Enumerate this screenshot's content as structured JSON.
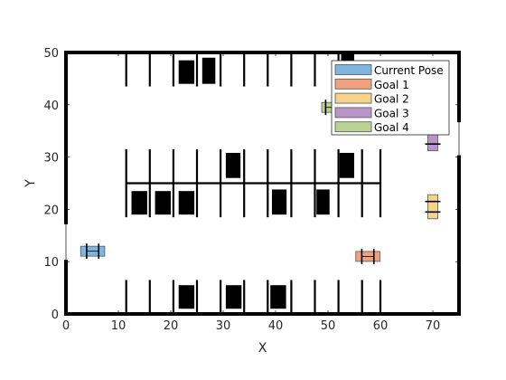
{
  "chart_data": {
    "type": "scatter",
    "title": "",
    "xlabel": "X",
    "ylabel": "Y",
    "xlim": [
      0,
      75
    ],
    "ylim": [
      0,
      50
    ],
    "xticks": [
      0,
      10,
      20,
      30,
      40,
      50,
      60,
      70
    ],
    "yticks": [
      0,
      10,
      20,
      30,
      40,
      50
    ],
    "grid": false,
    "legend_position": "top-right",
    "legend": [
      {
        "name": "Current Pose",
        "color": "#7eb6e0"
      },
      {
        "name": "Goal 1",
        "color": "#f0a07c"
      },
      {
        "name": "Goal 2",
        "color": "#f5d38b"
      },
      {
        "name": "Goal 3",
        "color": "#b995c8"
      },
      {
        "name": "Goal 4",
        "color": "#b9d394"
      }
    ],
    "boundary": [
      {
        "x1": 0,
        "y1": 50,
        "x2": 75,
        "y2": 50
      },
      {
        "x1": 0,
        "y1": 0,
        "x2": 75,
        "y2": 0
      },
      {
        "x1": 0,
        "y1": 50,
        "x2": 0,
        "y2": 17.5
      },
      {
        "x1": 0,
        "y1": 10,
        "x2": 0,
        "y2": 0
      },
      {
        "x1": 75,
        "y1": 50,
        "x2": 75,
        "y2": 37
      },
      {
        "x1": 75,
        "y1": 30,
        "x2": 75,
        "y2": 0
      }
    ],
    "parking_lines": [
      {
        "x1": 11.5,
        "y1": 50,
        "x2": 11.5,
        "y2": 43.5
      },
      {
        "x1": 16,
        "y1": 50,
        "x2": 16,
        "y2": 43.5
      },
      {
        "x1": 20.5,
        "y1": 50,
        "x2": 20.5,
        "y2": 43.5
      },
      {
        "x1": 25,
        "y1": 50,
        "x2": 25,
        "y2": 43.5
      },
      {
        "x1": 29.5,
        "y1": 50,
        "x2": 29.5,
        "y2": 43.5
      },
      {
        "x1": 34,
        "y1": 50,
        "x2": 34,
        "y2": 43.5
      },
      {
        "x1": 38.5,
        "y1": 50,
        "x2": 38.5,
        "y2": 43.5
      },
      {
        "x1": 43,
        "y1": 50,
        "x2": 43,
        "y2": 43.5
      },
      {
        "x1": 47.5,
        "y1": 50,
        "x2": 47.5,
        "y2": 43.5
      },
      {
        "x1": 52,
        "y1": 50,
        "x2": 52,
        "y2": 43.5
      },
      {
        "x1": 11.5,
        "y1": 31.5,
        "x2": 11.5,
        "y2": 18.5
      },
      {
        "x1": 16,
        "y1": 31.5,
        "x2": 16,
        "y2": 18.5
      },
      {
        "x1": 20.5,
        "y1": 31.5,
        "x2": 20.5,
        "y2": 18.5
      },
      {
        "x1": 25,
        "y1": 31.5,
        "x2": 25,
        "y2": 18.5
      },
      {
        "x1": 29.5,
        "y1": 31.5,
        "x2": 29.5,
        "y2": 18.5
      },
      {
        "x1": 34,
        "y1": 31.5,
        "x2": 34,
        "y2": 18.5
      },
      {
        "x1": 38.5,
        "y1": 31.5,
        "x2": 38.5,
        "y2": 18.5
      },
      {
        "x1": 43,
        "y1": 31.5,
        "x2": 43,
        "y2": 18.5
      },
      {
        "x1": 47.5,
        "y1": 31.5,
        "x2": 47.5,
        "y2": 18.5
      },
      {
        "x1": 52,
        "y1": 31.5,
        "x2": 52,
        "y2": 18.5
      },
      {
        "x1": 56.5,
        "y1": 31.5,
        "x2": 56.5,
        "y2": 18.5
      },
      {
        "x1": 60,
        "y1": 31.5,
        "x2": 60,
        "y2": 18.5
      },
      {
        "x1": 11.5,
        "y1": 25,
        "x2": 60,
        "y2": 25
      },
      {
        "x1": 11.5,
        "y1": 6.5,
        "x2": 11.5,
        "y2": 0
      },
      {
        "x1": 16,
        "y1": 6.5,
        "x2": 16,
        "y2": 0
      },
      {
        "x1": 20.5,
        "y1": 6.5,
        "x2": 20.5,
        "y2": 0
      },
      {
        "x1": 25,
        "y1": 6.5,
        "x2": 25,
        "y2": 0
      },
      {
        "x1": 29.5,
        "y1": 6.5,
        "x2": 29.5,
        "y2": 0
      },
      {
        "x1": 34,
        "y1": 6.5,
        "x2": 34,
        "y2": 0
      },
      {
        "x1": 38.5,
        "y1": 6.5,
        "x2": 38.5,
        "y2": 0
      },
      {
        "x1": 43,
        "y1": 6.5,
        "x2": 43,
        "y2": 0
      },
      {
        "x1": 47.5,
        "y1": 6.5,
        "x2": 47.5,
        "y2": 0
      },
      {
        "x1": 52,
        "y1": 6.5,
        "x2": 52,
        "y2": 0
      },
      {
        "x1": 56.5,
        "y1": 6.5,
        "x2": 56.5,
        "y2": 0
      },
      {
        "x1": 60,
        "y1": 6.5,
        "x2": 60,
        "y2": 0
      }
    ],
    "parked_cars": [
      {
        "x": 21.5,
        "y": 44,
        "w": 3,
        "h": 4.5
      },
      {
        "x": 26,
        "y": 44,
        "w": 2.5,
        "h": 5
      },
      {
        "x": 52.5,
        "y": 46.5,
        "w": 2.5,
        "h": 3.5
      },
      {
        "x": 30.5,
        "y": 26,
        "w": 2.8,
        "h": 4.8
      },
      {
        "x": 52.2,
        "y": 26,
        "w": 2.8,
        "h": 4.8
      },
      {
        "x": 12.5,
        "y": 19,
        "w": 3,
        "h": 4.5
      },
      {
        "x": 17,
        "y": 19,
        "w": 3,
        "h": 4.5
      },
      {
        "x": 21.5,
        "y": 19,
        "w": 3,
        "h": 4.5
      },
      {
        "x": 39.3,
        "y": 19,
        "w": 2.8,
        "h": 4.8
      },
      {
        "x": 47.8,
        "y": 19,
        "w": 2.5,
        "h": 4.8
      },
      {
        "x": 21.5,
        "y": 1,
        "w": 3,
        "h": 4.5
      },
      {
        "x": 30.5,
        "y": 1,
        "w": 3,
        "h": 4.5
      },
      {
        "x": 39,
        "y": 1,
        "w": 3,
        "h": 4.5
      }
    ],
    "poses": [
      {
        "name": "Current Pose",
        "cx": 5.1,
        "cy": 12,
        "w": 4.6,
        "h": 1.9,
        "vertical": false,
        "color": "#7eb6e0"
      },
      {
        "name": "Goal 1",
        "cx": 57.6,
        "cy": 11,
        "w": 4.6,
        "h": 1.9,
        "vertical": false,
        "color": "#f0a07c"
      },
      {
        "name": "Goal 2",
        "cx": 70,
        "cy": 20.5,
        "w": 1.9,
        "h": 4.6,
        "vertical": true,
        "color": "#f5d38b"
      },
      {
        "name": "Goal 3",
        "cx": 70,
        "cy": 33.5,
        "w": 1.9,
        "h": 4.6,
        "vertical": true,
        "color": "#b995c8"
      },
      {
        "name": "Goal 4",
        "cx": 50.3,
        "cy": 39.5,
        "w": 3,
        "h": 1.9,
        "vertical": false,
        "color": "#b9d394"
      }
    ]
  }
}
